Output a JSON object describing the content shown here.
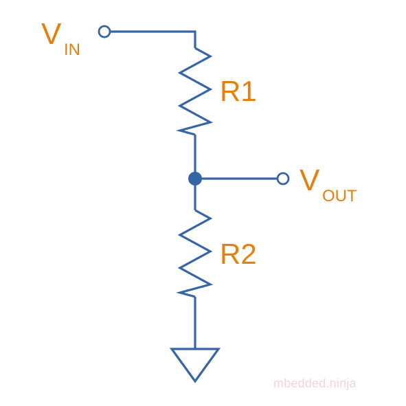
{
  "labels": {
    "vin_main": "V",
    "vin_sub": "IN",
    "vout_main": "V",
    "vout_sub": "OUT",
    "r1": "R1",
    "r2": "R2"
  },
  "watermark": "mbedded.ninja",
  "colors": {
    "wire": "#3465a4",
    "label": "#e87f0c",
    "watermark": "#f5d3dc",
    "background": "#ffffff"
  }
}
